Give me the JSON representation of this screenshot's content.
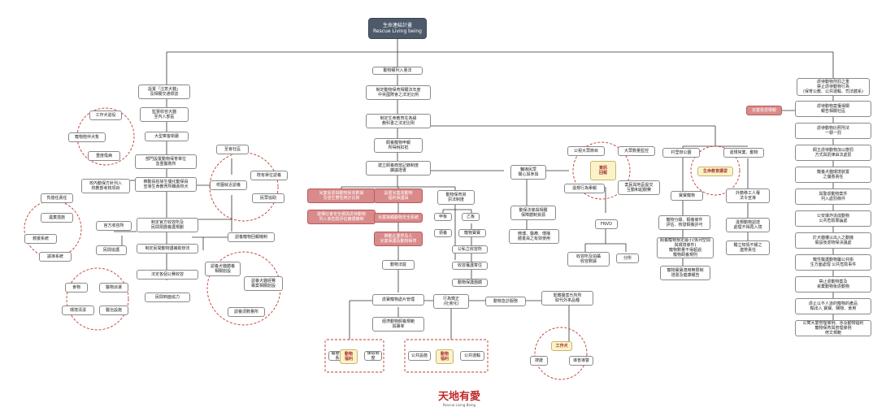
{
  "root": {
    "title": "生命連結計畫",
    "subtitle": "Rescue Living being"
  },
  "center": {
    "n1": "動物權列入憲法",
    "n2": "制定動物保育相關法年度\n中央國際會之法定比例",
    "n3": "制定生命教育在各級\n教科書之法定比例",
    "n4": "飼養寵物申報\n所得稅扣抵",
    "n5": "建立飼養典當記錄制度\n擴議證書",
    "p1": "兒童受虐與動物受虐數據\n及發生雙性統計比對",
    "p2": "建構社會安全網與虐待動物\n列入家危險評估篩選機制",
    "p3": "設置兒童虐動物\n福利保護員",
    "p4": "兒童接觸動物安全系統",
    "p5": "推動企業界及人\n兒童保護及動物保育",
    "s1": "動物保育資\n訊法制度",
    "s2": "甲板",
    "s3": "乙板",
    "s4": "領養",
    "s5": "寵物寶寶",
    "s6": "公私立收容所",
    "s7": "收容獲護寄住",
    "s8": "動物保護團體",
    "n6": "動物法庭",
    "t1": "虐寶寵物處片管理",
    "t2": "經濟動物飼養規範\n與屠宰",
    "t3": "行為矯正\n(社會化)",
    "t4": "動物急診服務",
    "t5": "緊難擾害乐所所\n取代外來品種",
    "b1": "醫療體系",
    "b2": "動物\n福利",
    "b3": "保險制度",
    "b4": "公共設施",
    "b5": "動物\n福利",
    "b6": "公共運輸",
    "w1": "工作犬",
    "w2": "搜援",
    "w3": "導盲導警"
  },
  "mid": {
    "m1": "輔導民眾\n關心與參與",
    "m2": "公視大眾節目",
    "m3": "大眾數量監控",
    "m4": "資訊\n回報",
    "m5": "違規行為舉報",
    "m6": "案民與地區提交\n互動和起觀察",
    "m7": "動保法條與相關\n保障體制資源",
    "m8": "微博、醫療、傳播\n體書員之有效使用",
    "m9": "FNVD",
    "m10": "收容所及拍攝\n收容數據",
    "m11": "分所"
  },
  "rightmid": {
    "r1": "村里辦公園",
    "r2": "違規常業、動物",
    "r3": "生命教育講習",
    "r4": "寶寶寵物",
    "r5": "外籍移工人權\n法令宣導",
    "r6": "寵物分級、飼養條件\n評估、核發飼養許可",
    "r7": "違規動物認證\n處理不得再入境",
    "r8": "飼養寵物規定最小(係列空間\n與環境條件)\n寵物數量不得超過\n寵物飼養規則",
    "r9": "獨立知情不報之\n連帶責任",
    "r10": "寵物寶寶適用無限制\n證書及健康報告"
  },
  "right": {
    "top": "虐待動物刑罰之重\n禁止虐待動物行為\n(保育公教、公共運輸、司法體系)",
    "pink": "兒童受虐傳報",
    "items": [
      "虐待動物案獲得關\n報告相關社區",
      "虐待動物比照刑法\n一罪一罰",
      "飼主虐待動物加以懲罰\n方式與罰律由法處罰",
      "寵養犬貓環境裝置\n之優惠責任",
      "與警虐動物案件\n列入處罰條件",
      "公安爆炸造成動物\n公共危險罪論處",
      "於犬貓樓以出入之動機\n假設後虐物保決議處",
      "寵性醫護動物屬公共衛\n生方面處理 公共危險事件",
      "禁止虐動物案及\n丟棄動物後虐動物",
      "虐止以不人道的寵物的產品\n輸出入 寶寶、購物、食用",
      "公寓大廈管理條例、涉及動物福利\n寵物保育與管理條例\n修文規範"
    ]
  },
  "left": {
    "l1": "設置「注意犬貓」\n及相關交通標誌",
    "l2": "監督收容犬貓\n至內入部區",
    "l3": "大型乘客衛廳",
    "l4": "部門設置動物保育單位\n急重醫救所",
    "l5": "推動長枯徐生優化動保員\n宣導生命教育所職責校犬",
    "l6": "校內動保方針列入\n校教部考核項目",
    "l7": "工作犬退役",
    "l8": "寵物陪伴犬隻",
    "l9": "重度傷病",
    "l10": "至會社區",
    "l11": "校園就近認養",
    "l12": "既有單位認養",
    "l13": "民眾協助",
    "l14": "認養寵物回報機制",
    "l15": "制定官方收容所及\n民間捐團養護規劃",
    "l16": "制定民間動物護補助辦法",
    "l17": "官方收容所",
    "l18": "民間協護",
    "l19": "負擔任責任",
    "l20": "遺棄措施",
    "l21": "救援系統",
    "l22": "誠導系統",
    "l23": "認養犬貓體養\n相關創設",
    "l24": "認養犬貓經費\n專案相關創設",
    "l25": "認養須數量所",
    "l26": "法定各個公費收容",
    "l27": "民間到面協力",
    "l28": "食物",
    "l29": "醫物派遣",
    "l30": "環境清潔",
    "l31": "醫治設施"
  },
  "logo": {
    "name": "天地有愛",
    "tagline": "Rescue Living Being"
  },
  "colors": {
    "root": "#4d5a6a",
    "highlight": "#d98a8a",
    "yellow": "#fbf3c8",
    "dashed_circle": "#c0392b",
    "line": "#333333"
  }
}
